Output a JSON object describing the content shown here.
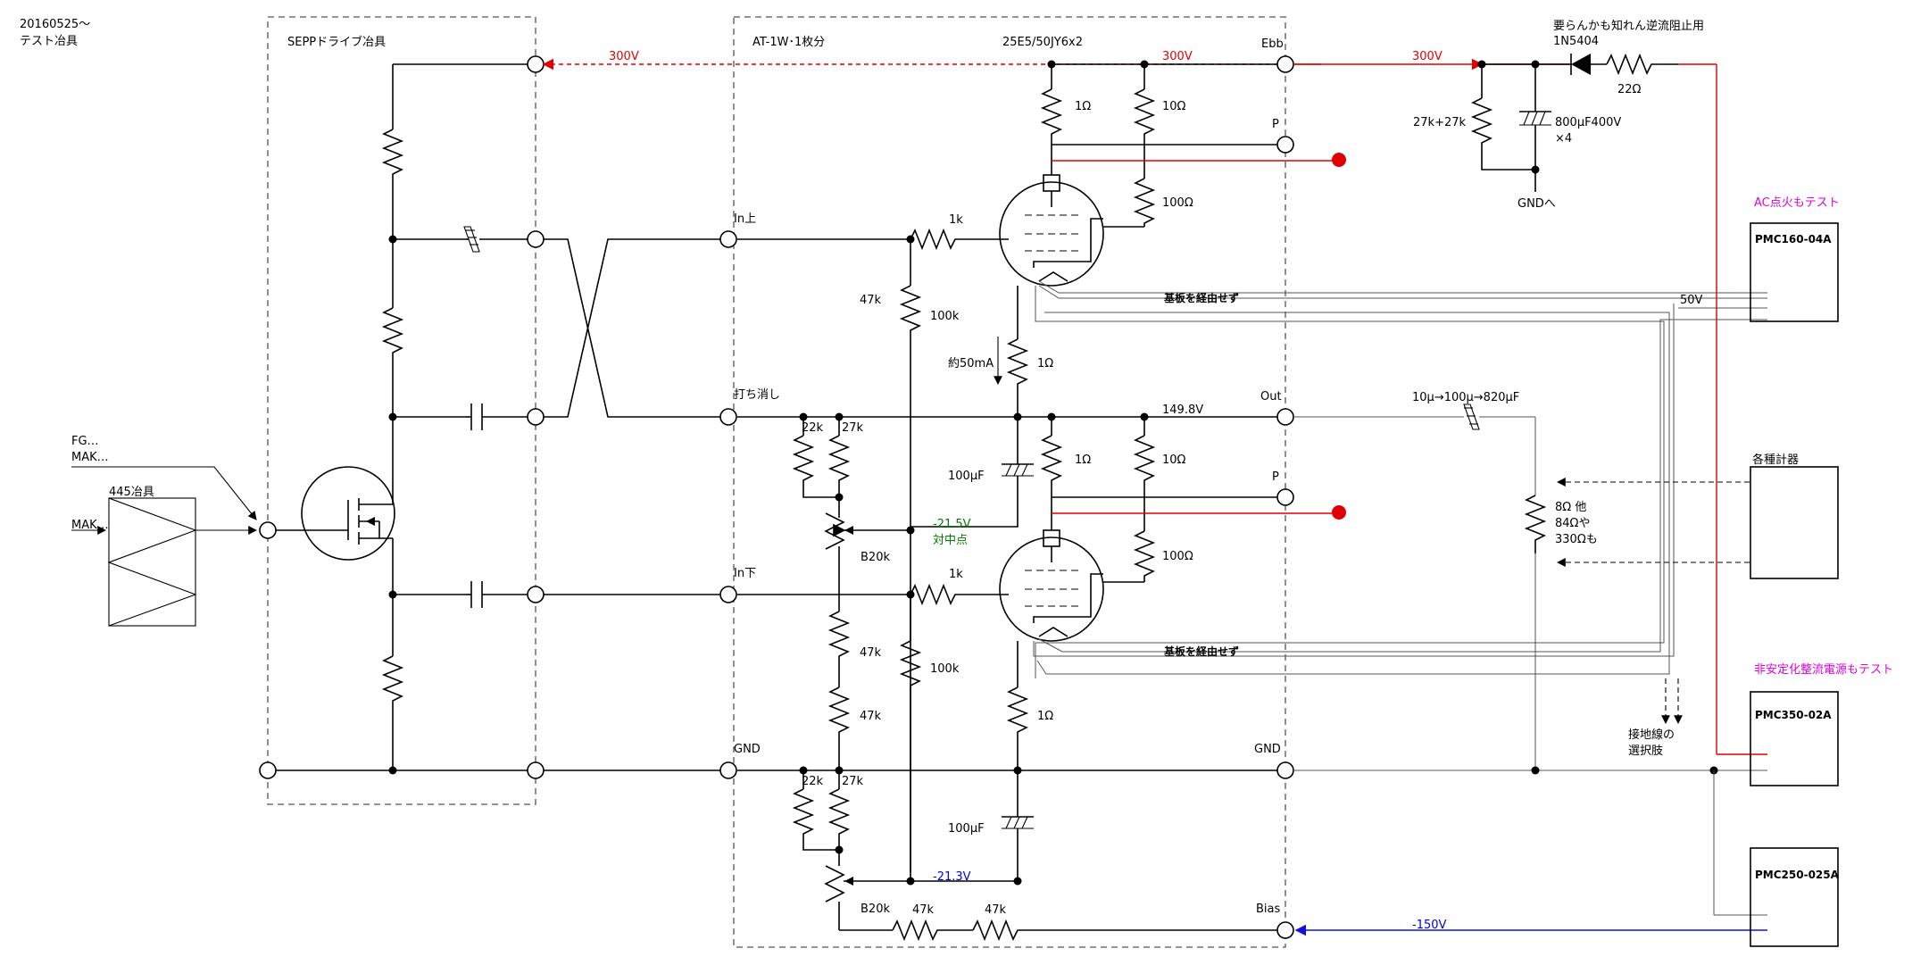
{
  "header": {
    "date": "20160525〜",
    "subtitle": "テスト冶具"
  },
  "blocks": {
    "sepp": "SEPPドライブ冶具",
    "at": "AT-1W･1枚分",
    "tube": "25E5/50JY6x2",
    "jig445": "445冶具"
  },
  "inputs": {
    "fg": "FG…",
    "mak1": "MAK…",
    "mak2": "MAK…"
  },
  "voltages": {
    "v300_left": "300V",
    "v300_mid": "300V",
    "v300_right": "300V",
    "v149": "149.8V",
    "v_minus21_5": "-21.5V",
    "v_center": "対中点",
    "v_minus21_3": "-21.3V",
    "v_minus150": "-150V",
    "v50": "50V"
  },
  "terminals": {
    "ebb": "Ebb",
    "p1": "P",
    "p2": "P",
    "out": "Out",
    "gnd_left": "GND",
    "gnd_right": "GND",
    "bias": "Bias",
    "in_upper": "In上",
    "cancel": "打ち消し",
    "in_lower": "In下"
  },
  "components": {
    "r1ohm_a": "1Ω",
    "r10ohm_a": "10Ω",
    "r100ohm_a": "100Ω",
    "r1k_a": "1k",
    "r47k_a": "47k",
    "r100k_a": "100k",
    "approx50ma": "約50mA",
    "r1ohm_b": "1Ω",
    "r22k_a": "22k",
    "r27k_a": "27k",
    "c100uf_a": "100μF",
    "r1ohm_c": "1Ω",
    "r10ohm_c": "10Ω",
    "b20k_a": "B20k",
    "r100ohm_c": "100Ω",
    "r1k_b": "1k",
    "r47k_b": "47k",
    "r100k_b": "100k",
    "r47k_c": "47k",
    "r1ohm_d": "1Ω",
    "r22k_b": "22k",
    "r27k_b": "27k",
    "c100uf_b": "100μF",
    "b20k_b": "B20k",
    "r47k_d": "47k",
    "r47k_e": "47k"
  },
  "heater_notes": {
    "upper": "基板を経由せず",
    "lower": "基板を経由せず"
  },
  "supply": {
    "note_diode": "要らんかも知れん逆流阻止用",
    "diode": "1N5404",
    "r22": "22Ω",
    "bleeder": "27k+27k",
    "cap": "800μF400V",
    "cap_count": "×4",
    "gnd_to": "GNDへ"
  },
  "output": {
    "cap": "10μ→100μ→820μF",
    "load1": "8Ω 他",
    "load2": "84Ωや",
    "load3": "330Ωも"
  },
  "instruments": {
    "ac_test": "AC点火もテスト",
    "pmc160": "PMC160-04A",
    "meters": "各種計器",
    "unreg_test": "非安定化整流電源もテスト",
    "pmc350": "PMC350-02A",
    "pmc250": "PMC250-025A",
    "ground_choice_1": "接地線の",
    "ground_choice_2": "選択肢"
  },
  "colors": {
    "supply_line": "#e00000",
    "bias_line": "#1010e0",
    "annotation_green": "#007a00",
    "annotation_magenta": "#e000e0"
  }
}
